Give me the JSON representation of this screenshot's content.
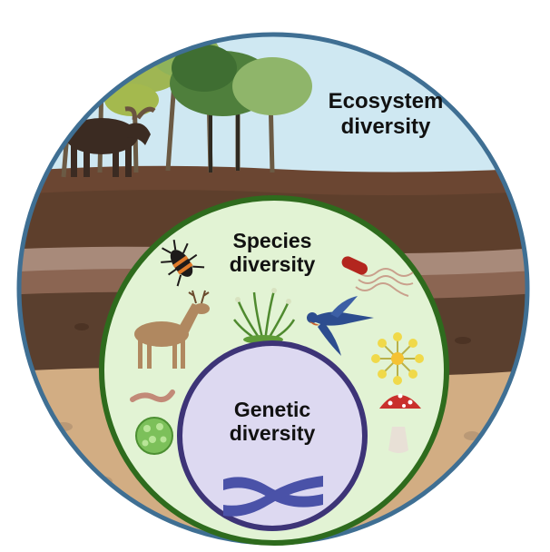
{
  "labels": {
    "ecosystem": {
      "line1": "Ecosystem",
      "line2": "diversity"
    },
    "species": {
      "line1": "Species",
      "line2": "diversity"
    },
    "genetic": {
      "line1": "Genetic",
      "line2": "diversity"
    }
  },
  "icons": [
    "moose-icon",
    "trees-icon",
    "beetle-icon",
    "bacterium-icon",
    "deer-icon",
    "grass-icon",
    "swallow-icon",
    "flower-icon",
    "earthworm-icon",
    "mushroom-icon",
    "algae-cell-icon",
    "chromosome-icon"
  ],
  "colors": {
    "ecosystem_ring": "#3f6f93",
    "sky": "#cfe8f2",
    "species_ring": "#2e6b1d",
    "species_fill": "#e2f3d4",
    "genetic_ring": "#3d3477",
    "genetic_fill": "#ddd9f1",
    "chromosome": "#4a52a8"
  }
}
